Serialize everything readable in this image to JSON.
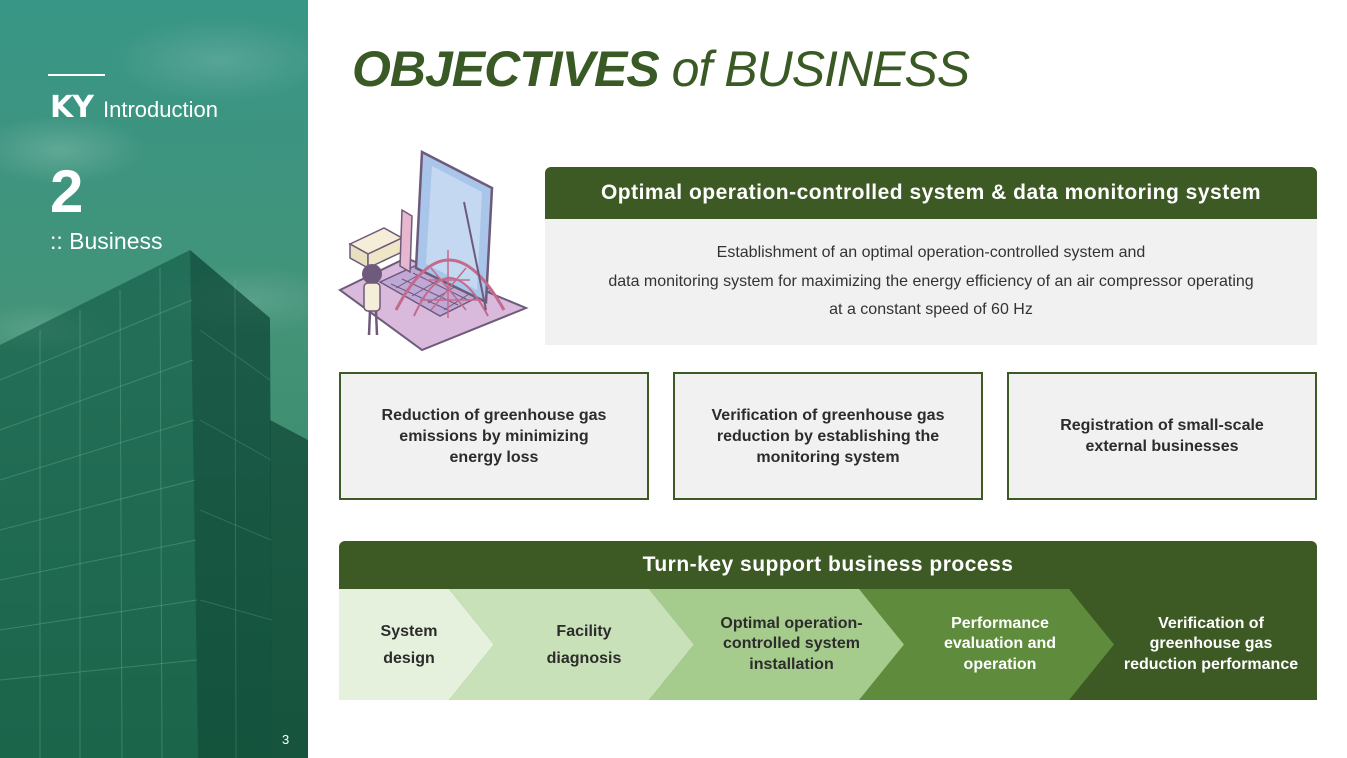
{
  "sidebar": {
    "brand": "KY",
    "brand_sub": "Introduction",
    "section_number": "2",
    "section_label": ":: Business",
    "page_number": "3"
  },
  "title": {
    "bold": "OBJECTIVES",
    "rest": " of BUSINESS",
    "color": "#3a5a25"
  },
  "system": {
    "heading": "Optimal operation-controlled system & data monitoring system",
    "description": {
      "line1": "Establishment of an optimal operation-controlled system and",
      "line2": "data monitoring system for maximizing the energy efficiency of an air compressor operating",
      "line3": "at a constant speed of 60 Hz"
    }
  },
  "illustration": {
    "icon": "laptop-user-icon"
  },
  "goals": [
    {
      "line1": "Reduction of greenhouse gas",
      "line2": "emissions by minimizing",
      "line3": "energy loss"
    },
    {
      "line1": "Verification of greenhouse gas",
      "line2": "reduction by establishing the",
      "line3": "monitoring system"
    },
    {
      "line1": "Registration of small-scale",
      "line2": "external businesses"
    }
  ],
  "process": {
    "heading": "Turn-key support business process",
    "steps": [
      {
        "line1": "System",
        "line2": "design"
      },
      {
        "line1": "Facility",
        "line2": "diagnosis"
      },
      {
        "line1": "Optimal operation-",
        "line2": "controlled system",
        "line3": "installation"
      },
      {
        "line1": "Performance",
        "line2": "evaluation and",
        "line3": "operation"
      },
      {
        "line1": "Verification of",
        "line2": "greenhouse gas",
        "line3": "reduction performance"
      }
    ]
  },
  "colors": {
    "primary_green": "#3d5a25",
    "box_bg": "#f1f1f1",
    "step1": "#e6f1dd",
    "step2": "#c9e1b8",
    "step3": "#a6cc8d",
    "step4": "#5f8c3c",
    "step5": "#3d5a25"
  }
}
